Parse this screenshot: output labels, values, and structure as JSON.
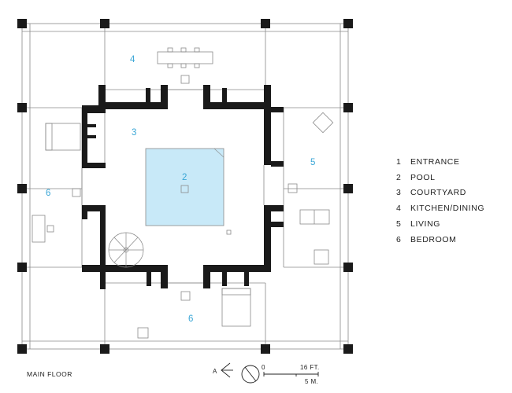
{
  "legend": [
    {
      "num": "1",
      "label": "ENTRANCE"
    },
    {
      "num": "2",
      "label": "POOL"
    },
    {
      "num": "3",
      "label": "COURTYARD"
    },
    {
      "num": "4",
      "label": "KITCHEN/DINING"
    },
    {
      "num": "5",
      "label": "LIVING"
    },
    {
      "num": "6",
      "label": "BEDROOM"
    }
  ],
  "room_labels": {
    "kitchen": "4",
    "courtyard": "3",
    "pool": "2",
    "living": "5",
    "bedroom_left": "6",
    "bedroom_bottom": "6"
  },
  "caption": "MAIN FLOOR",
  "north_arrow": "A",
  "scale": {
    "zero": "0",
    "feet": "16 FT.",
    "meters": "5 M."
  },
  "colors": {
    "wall": "#1a1a1a",
    "line": "#8a8a8a",
    "pool": "#c8e9f8",
    "label": "#3aa6d6"
  }
}
